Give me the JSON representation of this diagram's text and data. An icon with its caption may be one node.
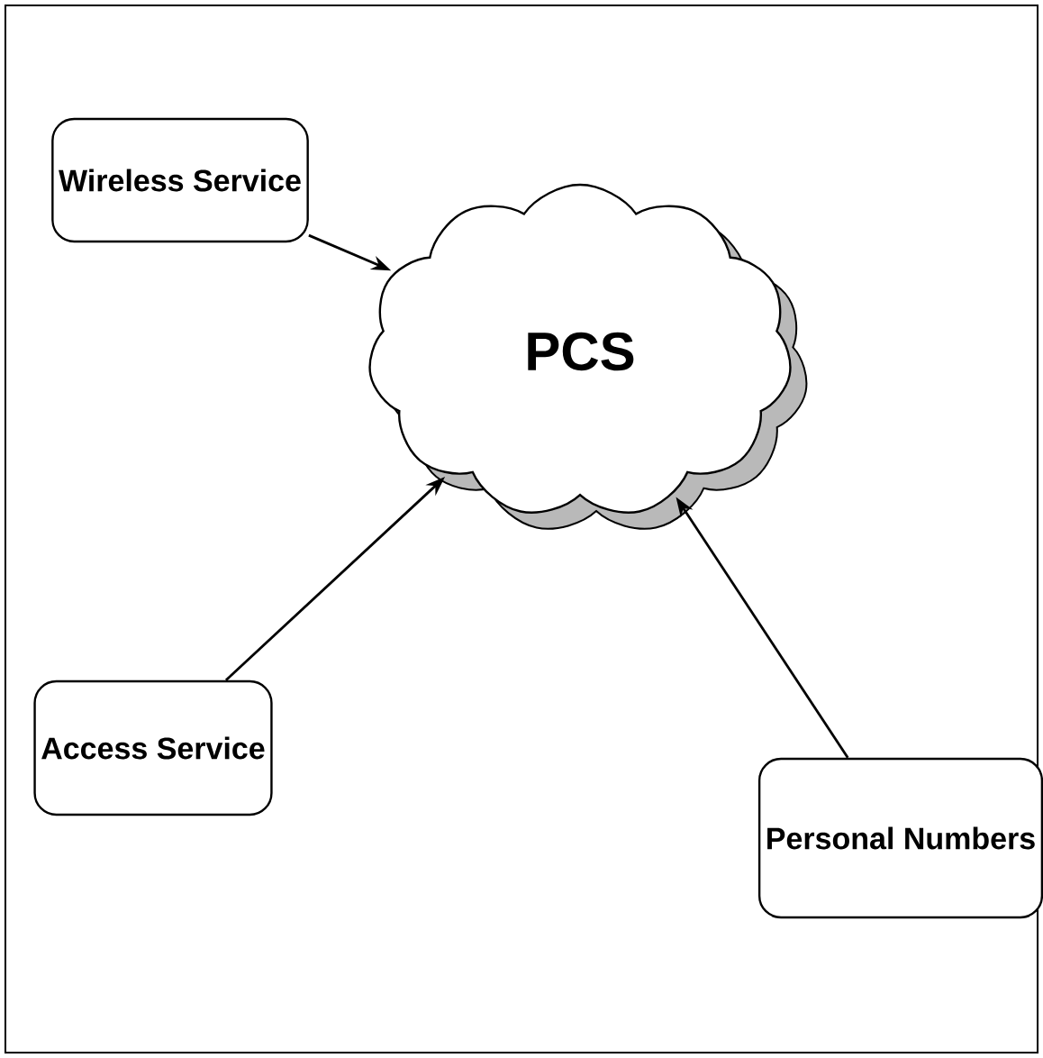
{
  "diagram": {
    "nodes": [
      {
        "text": [
          "Wireless Service"
        ]
      },
      {
        "text": [
          "PCS"
        ]
      },
      {
        "text": [
          "Access Service"
        ]
      },
      {
        "text": [
          "Personal Numbers"
        ]
      }
    ],
    "edges": [
      {
        "from": 0,
        "to": 1,
        "arrow": "to"
      },
      {
        "from": 2,
        "to": 1,
        "arrow": "to"
      },
      {
        "from": 3,
        "to": 1,
        "arrow": "to"
      }
    ]
  }
}
